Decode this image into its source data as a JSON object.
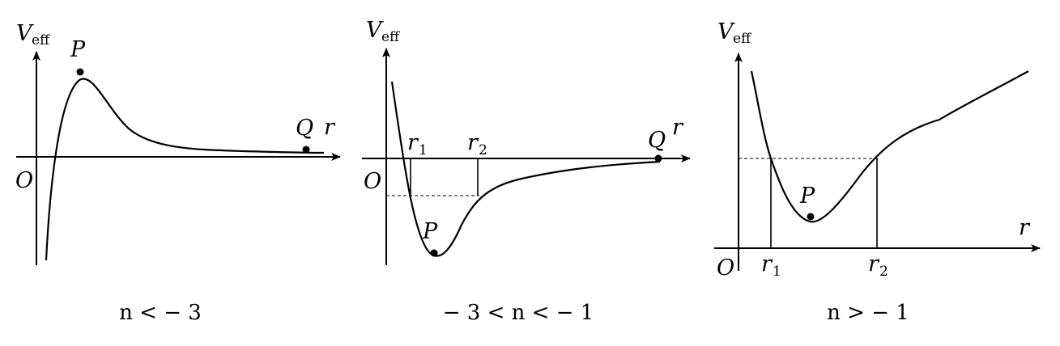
{
  "colors": {
    "stroke": "#000000",
    "background": "#ffffff"
  },
  "panels": [
    {
      "y_axis_label": "V",
      "y_axis_sub": "eff",
      "x_axis_label": "r",
      "origin_label": "O",
      "point_p": "P",
      "point_q": "Q",
      "caption": "n < − 3"
    },
    {
      "y_axis_label": "V",
      "y_axis_sub": "eff",
      "x_axis_label": "r",
      "origin_label": "O",
      "point_p": "P",
      "point_q": "Q",
      "r1_label": "r",
      "r1_sub": "1",
      "r2_label": "r",
      "r2_sub": "2",
      "caption": "− 3 < n < − 1"
    },
    {
      "y_axis_label": "V",
      "y_axis_sub": "eff",
      "x_axis_label": "r",
      "origin_label": "O",
      "point_p": "P",
      "r1_label": "r",
      "r1_sub": "1",
      "r2_label": "r",
      "r2_sub": "2",
      "caption": "n > − 1"
    }
  ]
}
